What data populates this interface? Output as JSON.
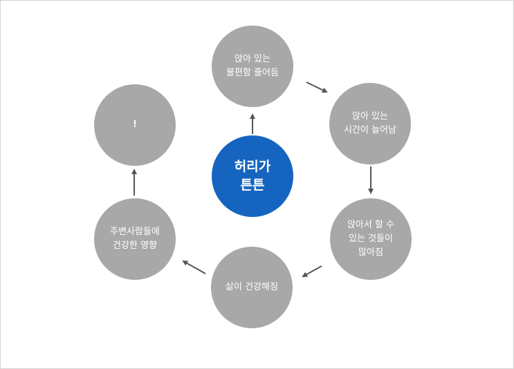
{
  "diagram": {
    "center": {
      "label": "허리가\n튼튼",
      "color": "#1565c0"
    },
    "node_color": "#a8a8a8",
    "arrow_color": "#555555",
    "nodes": [
      {
        "id": "top",
        "label": "앉아 있는\n불편함 줄어듬"
      },
      {
        "id": "top-right",
        "label": "앉아 있는\n시간이 늘어남"
      },
      {
        "id": "bottom-right",
        "label": "앉아서 할 수\n있는 것들이\n많아짐"
      },
      {
        "id": "bottom",
        "label": "삶이 건강해짐"
      },
      {
        "id": "bottom-left",
        "label": "주변사람들에\n건강한 영향"
      },
      {
        "id": "top-left",
        "label": "!"
      }
    ]
  }
}
